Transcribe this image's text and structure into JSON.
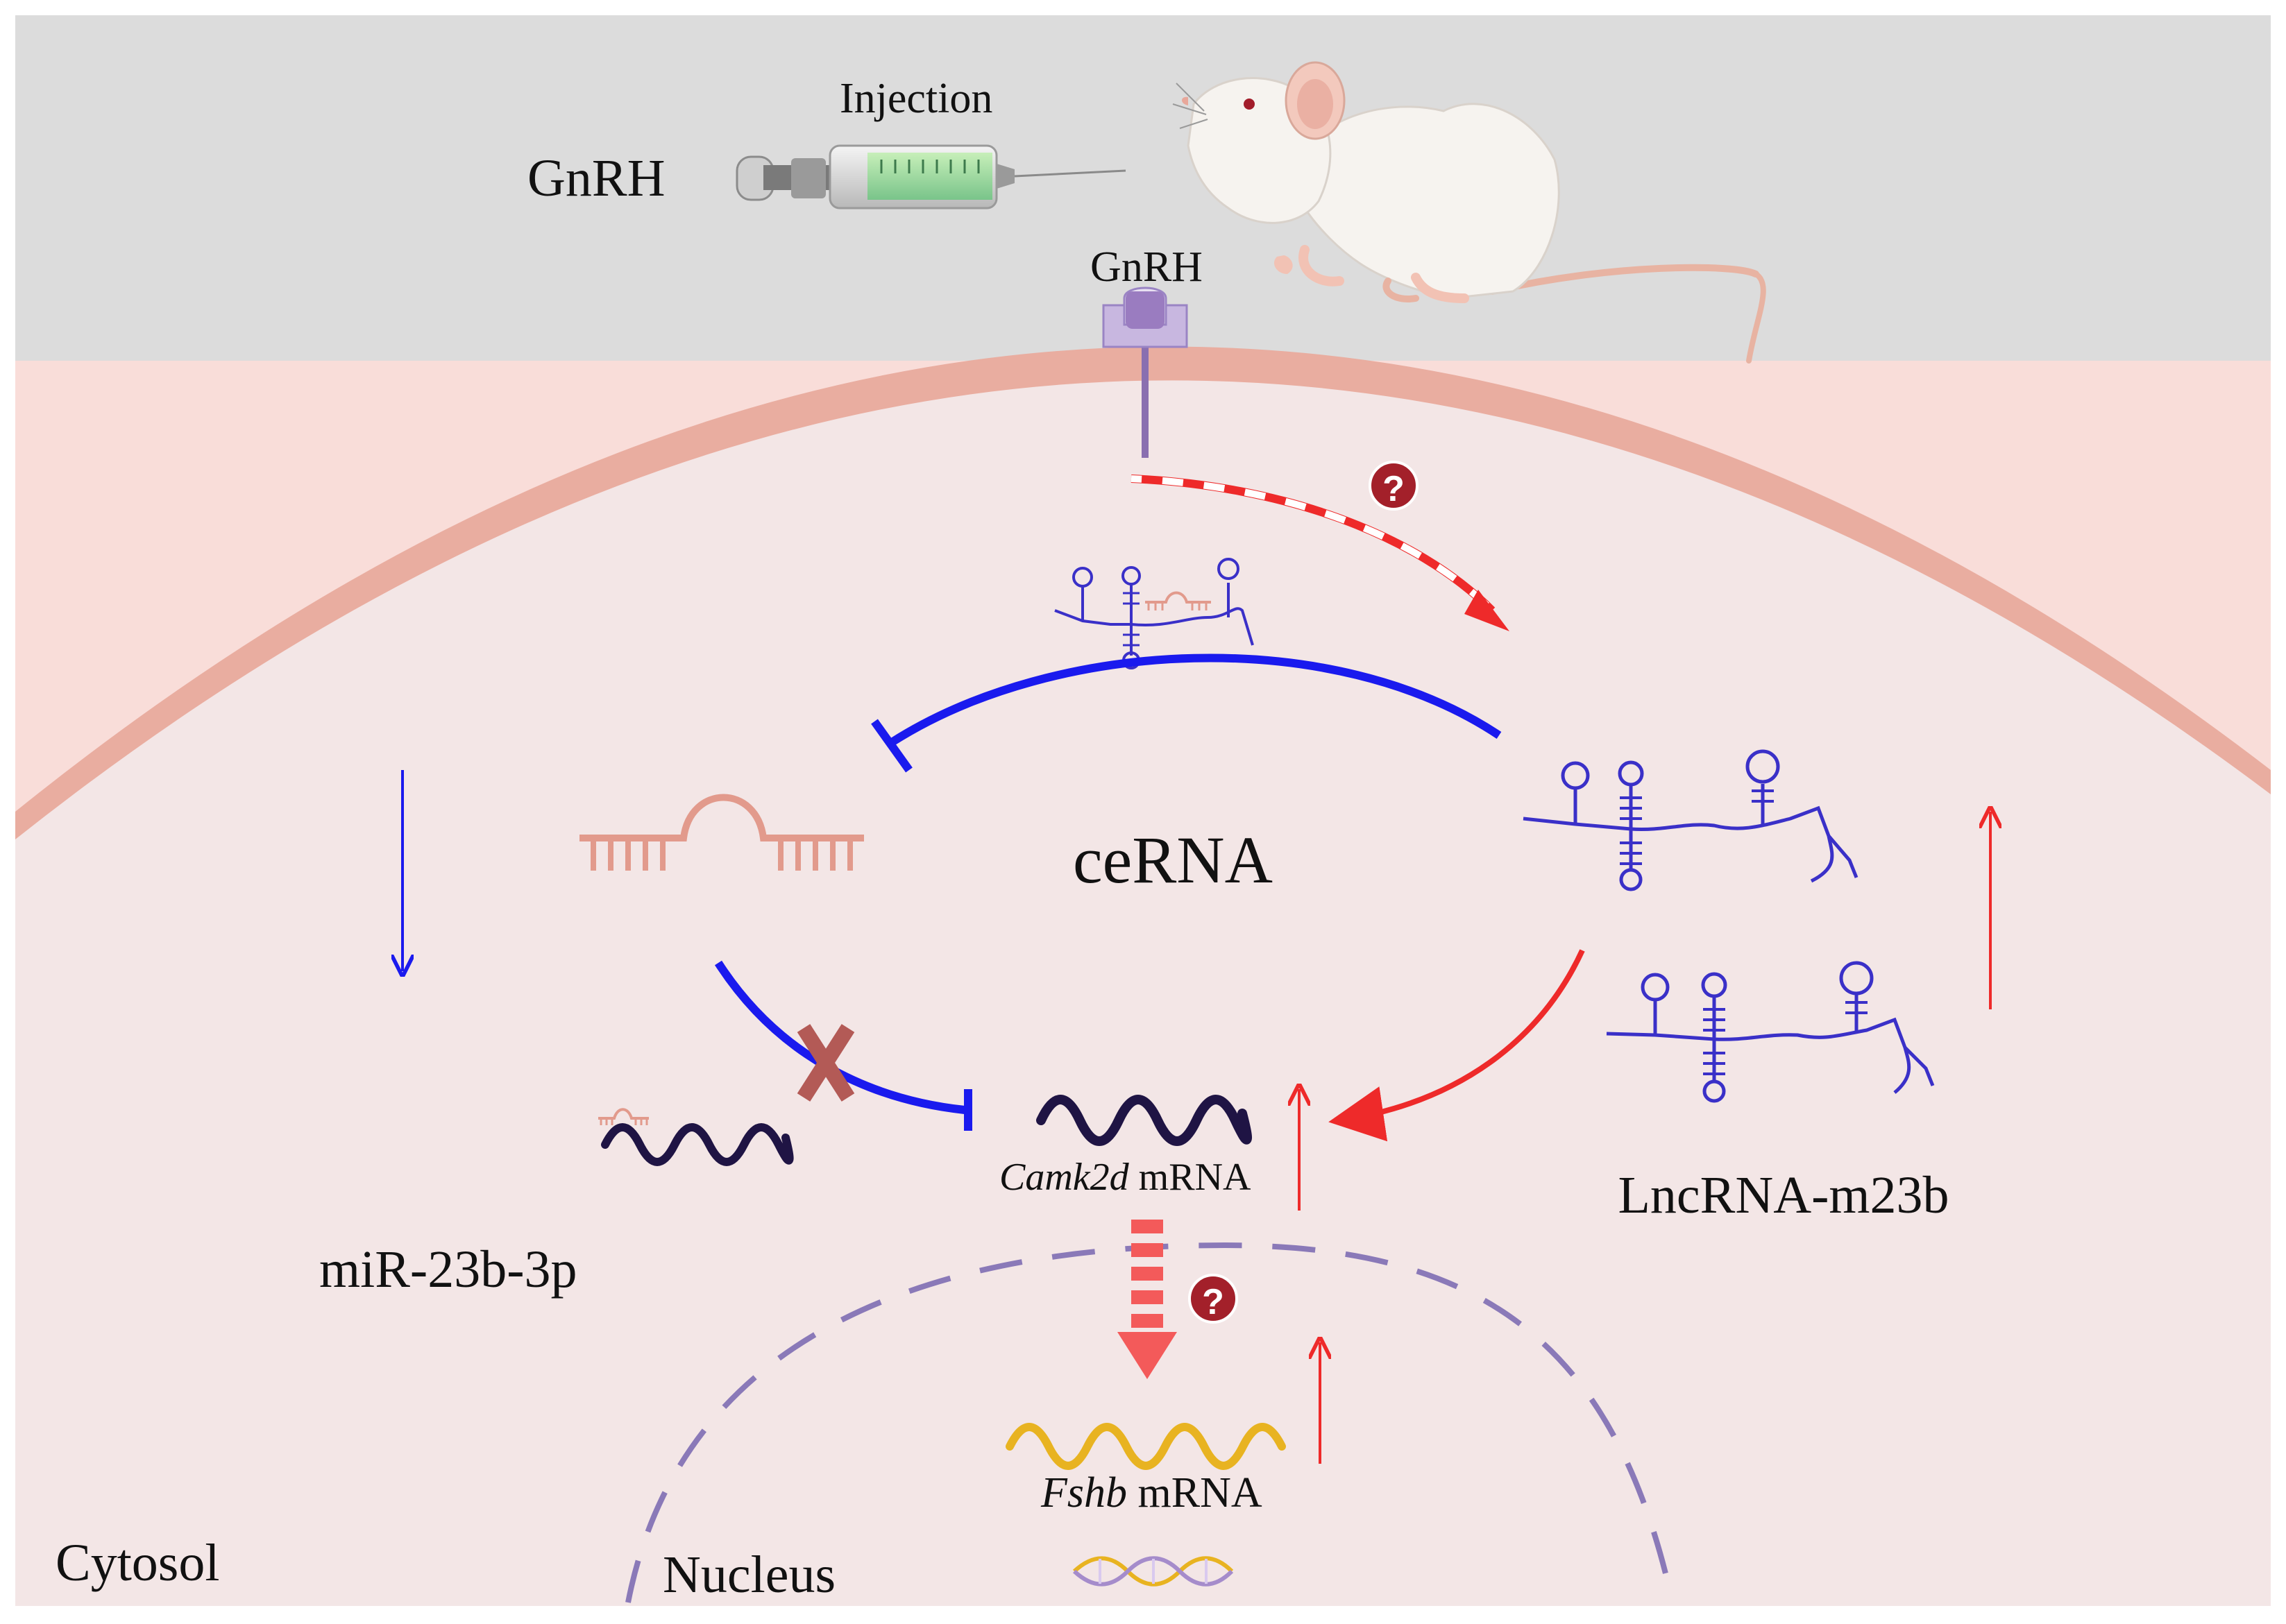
{
  "labels": {
    "gnrh_outside": "GnRH",
    "injection": "Injection",
    "gnrh_receptor": "GnRH",
    "cerna": "ceRNA",
    "camk2d_gene": "Camk2d",
    "camk2d_suffix": "mRNA",
    "lncrna": "LncRNA-m23b",
    "mir": "miR-23b-3p",
    "fshb_gene": "Fshb",
    "fshb_suffix": "mRNA",
    "cytosol": "Cytosol",
    "nucleus": "Nucleus",
    "question_mark": "?"
  },
  "colors": {
    "outside": "#dcdcdc",
    "cytoplasm": "#f3e6e6",
    "outer_band": "#f9ddd9",
    "membrane": "#e9ada0",
    "inhibit_blue": "#1a1aee",
    "activate_red": "#ee2a2a",
    "lncrna_blue": "#3a30c8",
    "mirna_pink": "#e29a8c",
    "camk2d_dark": "#1f1444",
    "fshb_yellow": "#e8b321",
    "nucleus_dash": "#8a79b8",
    "question_badge": "#a3202a"
  }
}
